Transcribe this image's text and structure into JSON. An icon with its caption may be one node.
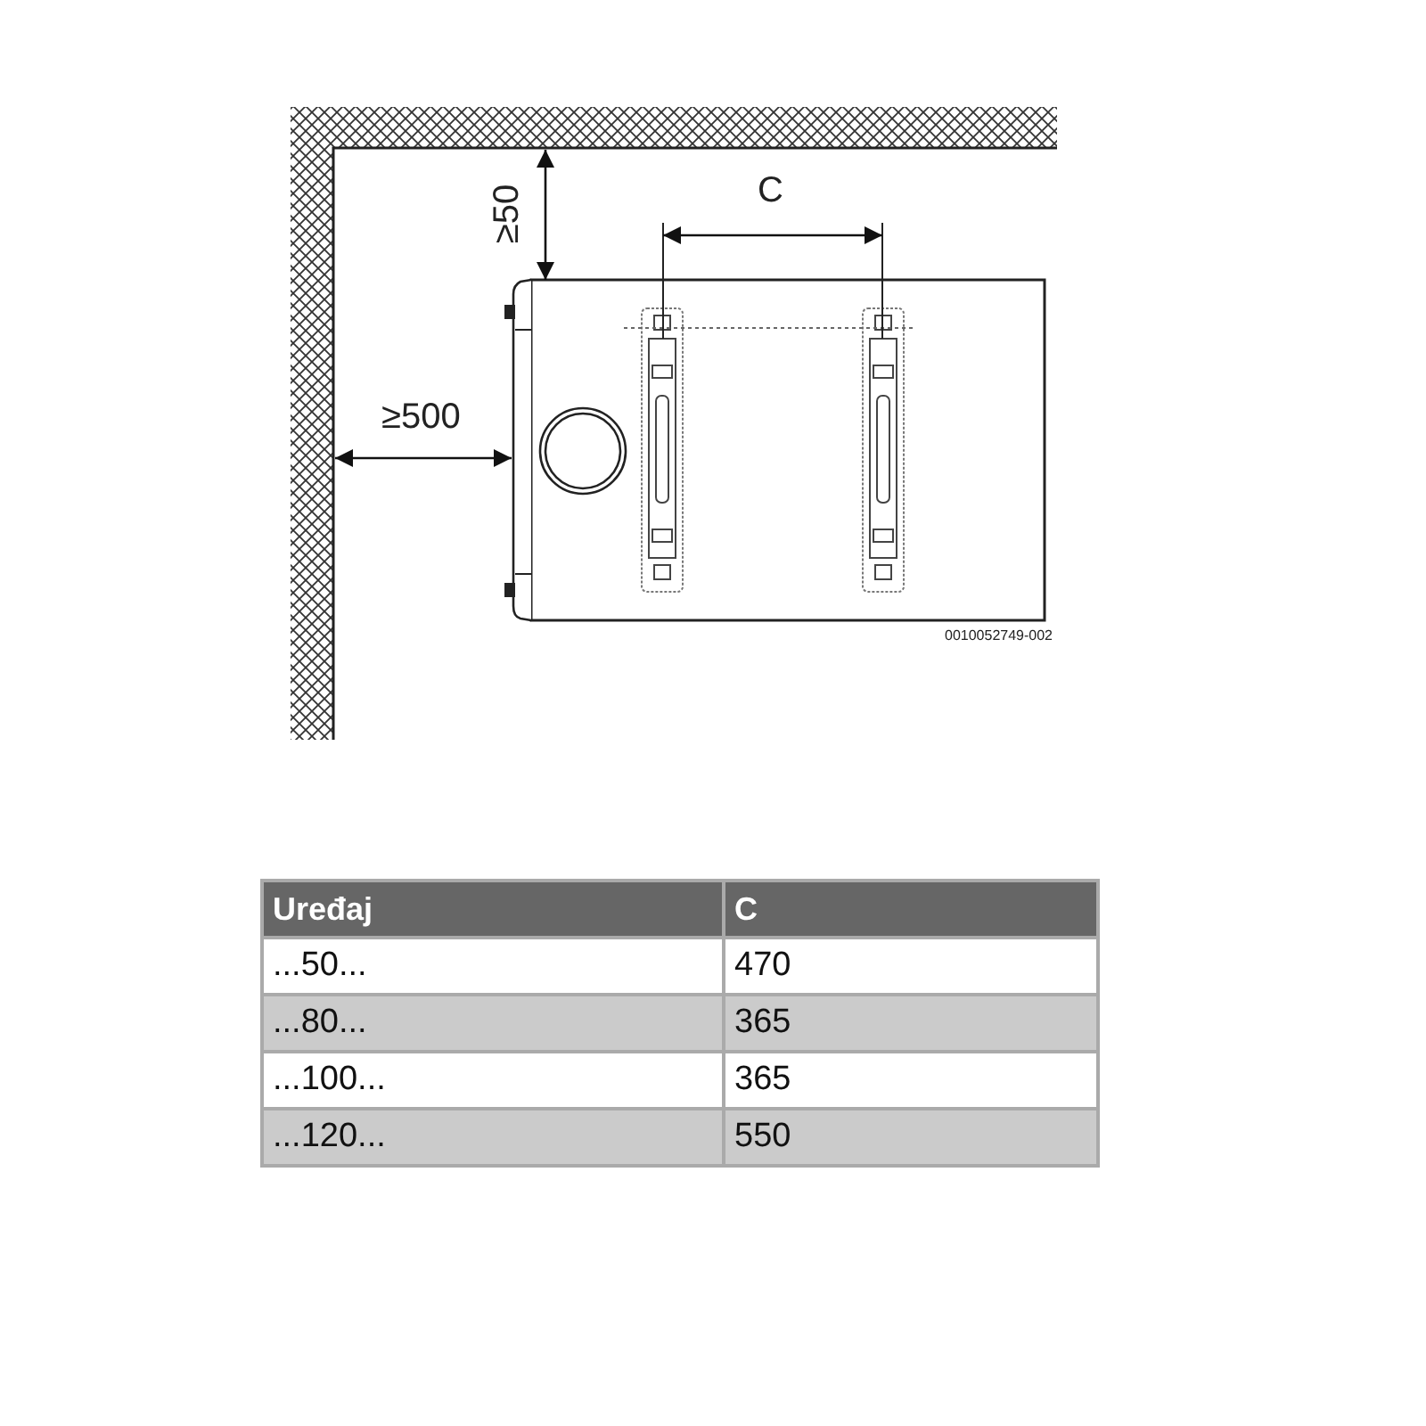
{
  "diagram": {
    "labels": [
      "≥50",
      "C",
      "≥500",
      "0010052749-002",
      "Uređaj",
      "C",
      "...50...",
      "470",
      "...80...",
      "365",
      "...100...",
      "365",
      "...120...",
      "550"
    ]
  }
}
